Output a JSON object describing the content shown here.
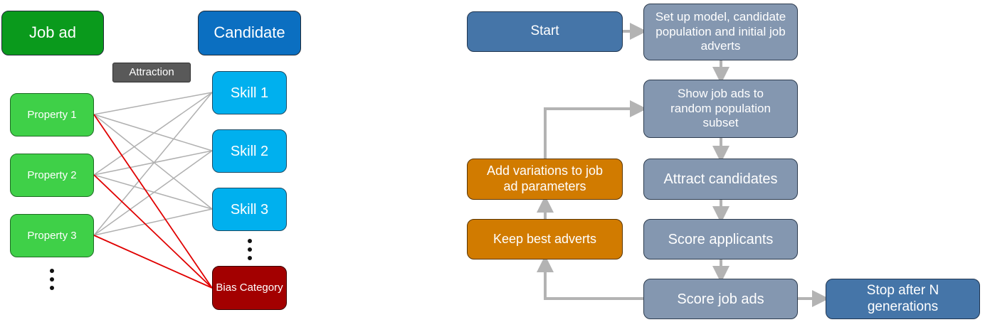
{
  "left": {
    "job_ad": "Job ad",
    "candidate": "Candidate",
    "attraction": "Attraction",
    "properties": [
      "Property 1",
      "Property 2",
      "Property 3"
    ],
    "skills": [
      "Skill 1",
      "Skill 2",
      "Skill 3"
    ],
    "bias": "Bias Category"
  },
  "flow": {
    "start": "Start",
    "setup": "Set up model, candidate population and initial job adverts",
    "show": "Show job ads to random population subset",
    "attract": "Attract candidates",
    "score_applicants": "Score applicants",
    "score_ads": "Score job ads",
    "stop": "Stop after N generations",
    "keep": "Keep best adverts",
    "variations": "Add variations to job ad parameters"
  },
  "colors": {
    "link_grey": "#b0b0b0",
    "link_red": "#e00000",
    "arrow_grey": "#b3b3b3"
  }
}
